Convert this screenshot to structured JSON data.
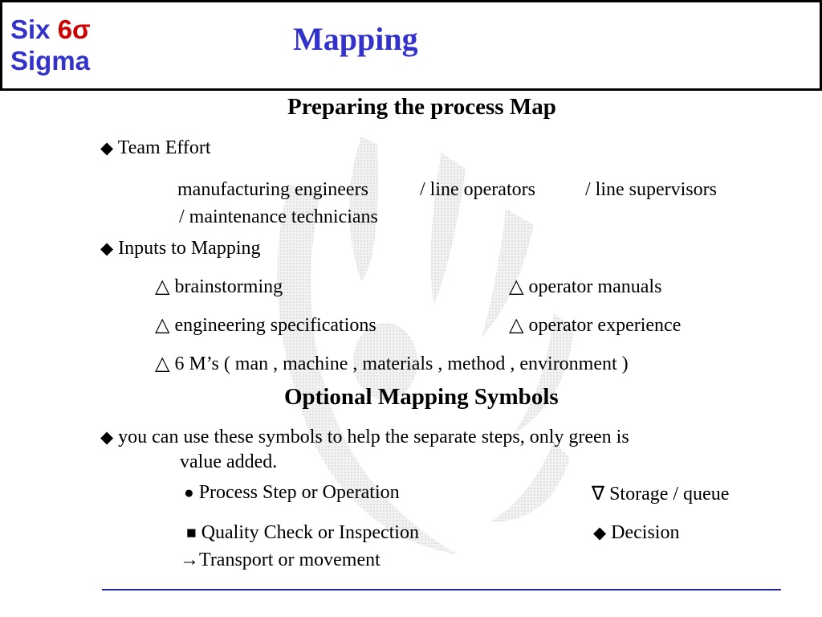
{
  "header": {
    "brand_line1_text": "Six ",
    "brand_line1_accent": "6σ",
    "brand_line2": "Sigma",
    "title": "Mapping",
    "brand_color": "#3333cc",
    "accent_color": "#cc0000"
  },
  "section1": {
    "heading": "Preparing the process Map",
    "team_effort": {
      "bullet": "◆",
      "label": "Team Effort"
    },
    "team_members": {
      "manufacturing_engineers": "manufacturing engineers",
      "line_operators": "/ line operators",
      "line_supervisors": "/ line supervisors",
      "maintenance_technicians": "/  maintenance technicians"
    },
    "inputs": {
      "bullet": "◆",
      "label": "Inputs to Mapping"
    },
    "input_items": {
      "marker": "△",
      "brainstorming": "brainstorming",
      "operator_manuals": "operator manuals",
      "engineering_specifications": "engineering specifications",
      "operator_experience": "operator experience",
      "six_ms": "6 M’s ( man ,  machine , materials , method , environment )"
    }
  },
  "section2": {
    "heading": "Optional Mapping Symbols",
    "note_bullet": "◆",
    "note_line1": "you can use these symbols to help the separate steps, only green is",
    "note_line2": "value added.",
    "symbols": {
      "process_step": {
        "glyph": "●",
        "label": "Process Step or Operation"
      },
      "storage": {
        "glyph": "∇",
        "label": "Storage / queue"
      },
      "quality_check": {
        "glyph": "■",
        "label": "Quality Check or Inspection"
      },
      "decision": {
        "glyph": "◆",
        "label": "Decision"
      },
      "transport": {
        "glyph": "→",
        "label": "Transport or movement"
      }
    }
  },
  "colors": {
    "footer_line": "#2222cc"
  }
}
